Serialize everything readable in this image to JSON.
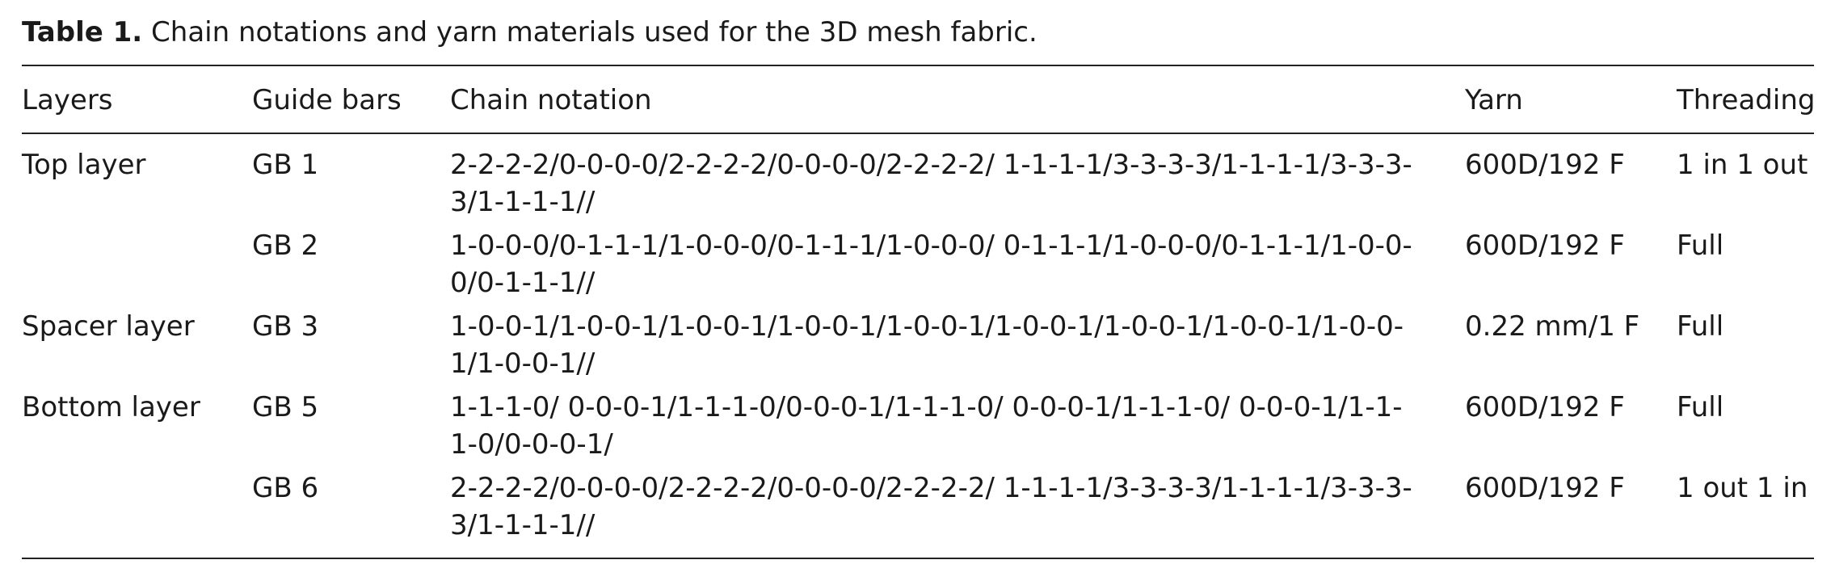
{
  "caption": {
    "label": "Table 1.",
    "text": "Chain notations and yarn materials used for the 3D mesh fabric."
  },
  "table": {
    "headers": {
      "layers": "Layers",
      "guide_bars": "Guide bars",
      "chain_notation": "Chain notation",
      "yarn": "Yarn",
      "threading": "Threading"
    },
    "rows": [
      {
        "layer": "Top layer",
        "guide_bar": "GB 1",
        "chain_line1": "2-2-2-2/0-0-0-0/2-2-2-2/0-0-0-0/2-2-2-2/ 1-1-1-1/3-3-3-3/1-1-1-1/3-3-3-",
        "chain_line2": "3/1-1-1-1//",
        "yarn": "600D/192 F",
        "threading": "1 in 1 out"
      },
      {
        "layer": "",
        "guide_bar": "GB 2",
        "chain_line1": "1-0-0-0/0-1-1-1/1-0-0-0/0-1-1-1/1-0-0-0/ 0-1-1-1/1-0-0-0/0-1-1-1/1-0-0-",
        "chain_line2": "0/0-1-1-1//",
        "yarn": "600D/192 F",
        "threading": "Full"
      },
      {
        "layer": "Spacer layer",
        "guide_bar": "GB 3",
        "chain_line1": "1-0-0-1/1-0-0-1/1-0-0-1/1-0-0-1/1-0-0-1/1-0-0-1/1-0-0-1/1-0-0-1/1-0-0-",
        "chain_line2": "1/1-0-0-1//",
        "yarn": "0.22 mm/1 F",
        "threading": "Full"
      },
      {
        "layer": "Bottom layer",
        "guide_bar": "GB 5",
        "chain_line1": "1-1-1-0/ 0-0-0-1/1-1-1-0/0-0-0-1/1-1-1-0/ 0-0-0-1/1-1-1-0/ 0-0-0-1/1-1-",
        "chain_line2": "1-0/0-0-0-1/",
        "yarn": "600D/192 F",
        "threading": "Full"
      },
      {
        "layer": "",
        "guide_bar": "GB 6",
        "chain_line1": "2-2-2-2/0-0-0-0/2-2-2-2/0-0-0-0/2-2-2-2/ 1-1-1-1/3-3-3-3/1-1-1-1/3-3-3-",
        "chain_line2": "3/1-1-1-1//",
        "yarn": "600D/192 F",
        "threading": "1 out 1 in"
      }
    ]
  }
}
